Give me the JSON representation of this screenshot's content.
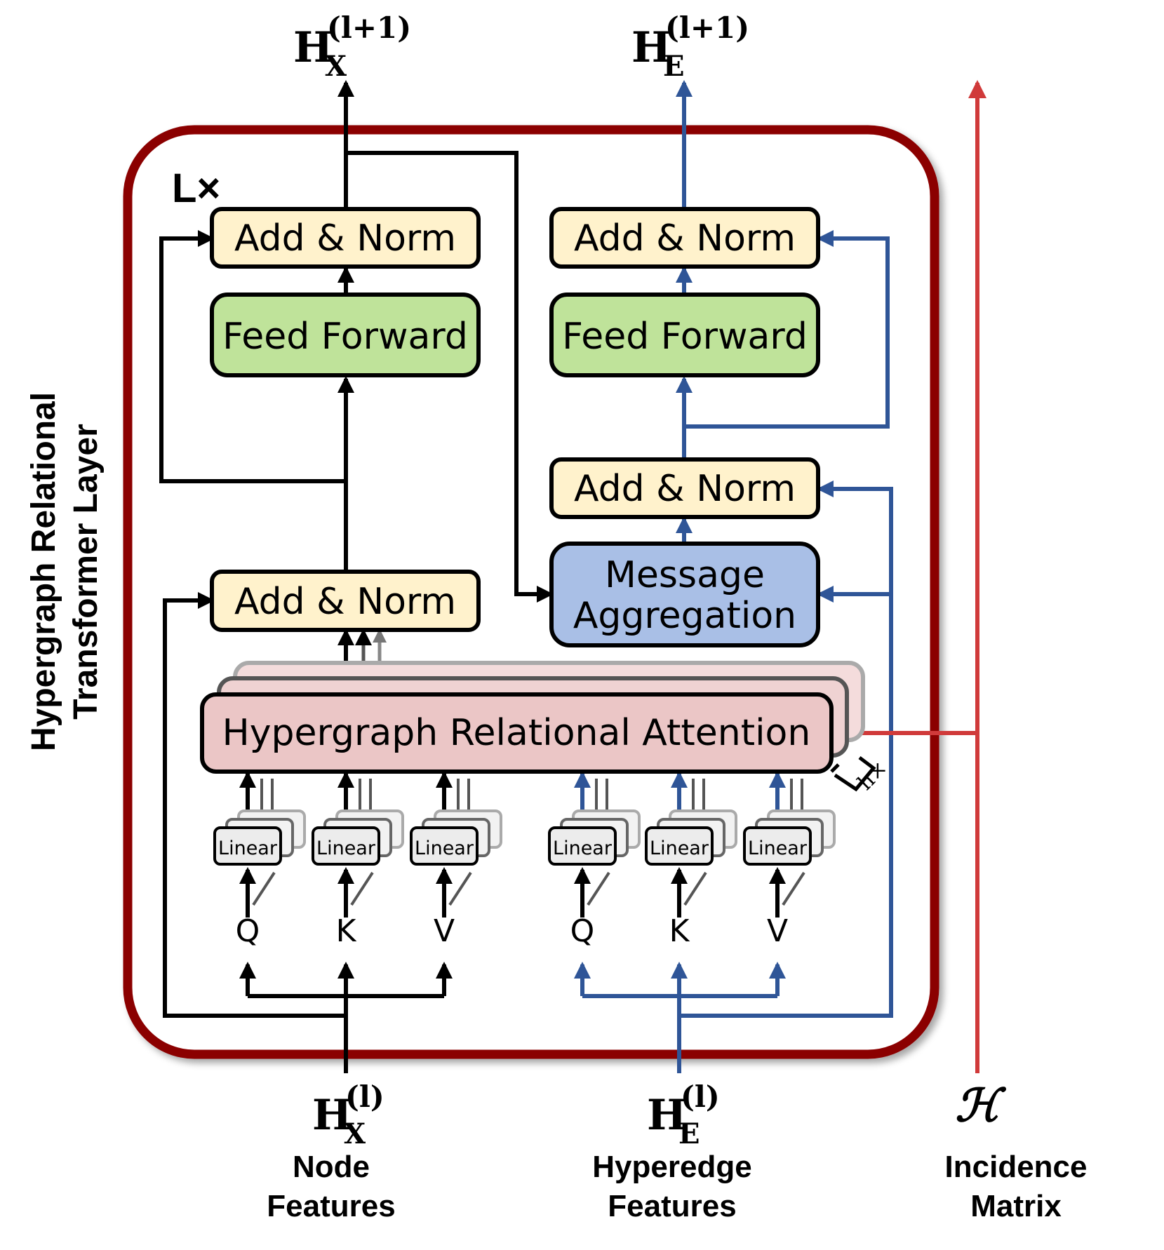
{
  "outputs": {
    "node_symbol": "H",
    "node_subscript": "X",
    "node_superscript": "(l+1)",
    "edge_symbol": "H",
    "edge_subscript": "E",
    "edge_superscript": "(l+1)"
  },
  "layer": {
    "repeat_label": "L×",
    "side_title_line1": "Hypergraph Relational",
    "side_title_line2": "Transformer Layer"
  },
  "node_branch": {
    "add_norm_top": "Add & Norm",
    "feed_forward": "Feed Forward",
    "add_norm_bottom": "Add & Norm"
  },
  "edge_branch": {
    "add_norm_top": "Add & Norm",
    "feed_forward": "Feed Forward",
    "add_norm_mid": "Add & Norm",
    "message_line1": "Message",
    "message_line2": "Aggregation"
  },
  "attention": {
    "label": "Hypergraph Relational Attention",
    "heads_label": "h×"
  },
  "linear_label": "Linear",
  "qkv_labels": [
    "Q",
    "K",
    "V",
    "Q",
    "K",
    "V"
  ],
  "inputs": {
    "node_symbol": "H",
    "node_subscript": "X",
    "node_superscript": "(l)",
    "node_caption_line1": "Node",
    "node_caption_line2": "Features",
    "edge_symbol": "H",
    "edge_subscript": "E",
    "edge_superscript": "(l)",
    "edge_caption_line1": "Hyperedge",
    "edge_caption_line2": "Features",
    "incidence_symbol": "ℋ",
    "incidence_caption_line1": "Incidence",
    "incidence_caption_line2": "Matrix"
  },
  "colors": {
    "frame": "#8b0000",
    "black_flow": "#000000",
    "blue_flow": "#2f5597",
    "red_flow": "#d03a3a",
    "add_norm_fill": "#fff2cc",
    "feed_forward_fill": "#bfe39a",
    "message_fill": "#a9bfe6",
    "attention_fill": "#ebc6c6"
  }
}
